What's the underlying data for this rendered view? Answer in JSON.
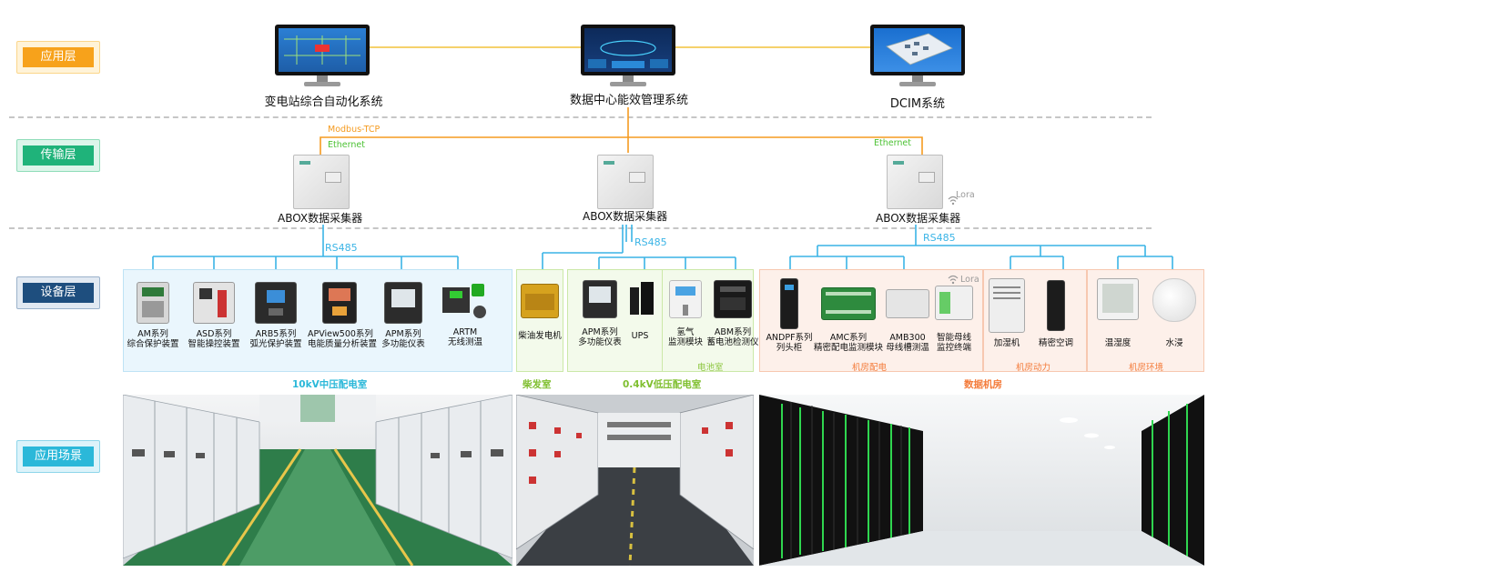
{
  "layers": {
    "application": "应用层",
    "transport": "传输层",
    "device": "设备层",
    "scenario": "应用场景"
  },
  "systems": {
    "substation": "变电站综合自动化系统",
    "datacenter": "数据中心能效管理系统",
    "dcim": "DCIM系统"
  },
  "protocols": {
    "modbus": "Modbus-TCP",
    "ethernet_left": "Ethernet",
    "ethernet_right": "Ethernet",
    "lora_collector": "Lora",
    "lora_device": "Lora",
    "rs485_left": "RS485",
    "rs485_mid": "RS485",
    "rs485_right": "RS485"
  },
  "collectors": {
    "left": "ABOX数据采集器",
    "mid": "ABOX数据采集器",
    "right": "ABOX数据采集器"
  },
  "devices_10kv": [
    {
      "line1": "AM系列",
      "line2": "综合保护装置"
    },
    {
      "line1": "ASD系列",
      "line2": "智能操控装置"
    },
    {
      "line1": "ARB5系列",
      "line2": "弧光保护装置"
    },
    {
      "line1": "APView500系列",
      "line2": "电能质量分析装置"
    },
    {
      "line1": "APM系列",
      "line2": "多功能仪表"
    },
    {
      "line1": "ARTM",
      "line2": "无线测温"
    }
  ],
  "devices_generator": [
    {
      "line1": "柴油发电机",
      "line2": ""
    }
  ],
  "devices_04kv": [
    {
      "line1": "APM系列",
      "line2": "多功能仪表"
    },
    {
      "line1": "UPS",
      "line2": ""
    },
    {
      "line1": "氢气",
      "line2": "监测模块"
    },
    {
      "line1": "ABM系列",
      "line2": "蓄电池检测仪"
    }
  ],
  "devices_distribution": [
    {
      "line1": "ANDPF系列",
      "line2": "列头柜"
    },
    {
      "line1": "AMC系列",
      "line2": "精密配电监测模块"
    },
    {
      "line1": "AMB300",
      "line2": "母线槽测温"
    },
    {
      "line1": "智能母线",
      "line2": "监控终端"
    }
  ],
  "devices_power": [
    {
      "line1": "加湿机",
      "line2": ""
    },
    {
      "line1": "精密空调",
      "line2": ""
    }
  ],
  "devices_env": [
    {
      "line1": "温湿度",
      "line2": ""
    },
    {
      "line1": "水浸",
      "line2": ""
    }
  ],
  "captions": {
    "battery_room": "电池室",
    "room_distribution": "机房配电",
    "room_power": "机房动力",
    "room_env": "机房环境"
  },
  "zones": {
    "mv_room": "10kV中压配电室",
    "generator_room": "柴发室",
    "lv_room": "0.4kV低压配电室",
    "data_room": "数据机房"
  },
  "colors": {
    "app_tag": "#f7a21b",
    "transport_tag": "#1fb37a",
    "device_tag": "#1e4e7e",
    "scenario_tag": "#2bb8d9",
    "top_lines": "#f2c23a",
    "modbus": "#f59b20",
    "ethernet": "#4cc234",
    "rs485": "#3ab4e6",
    "panel_blue": "#eaf6fd",
    "panel_green": "#f3faeb",
    "panel_orange": "#fdf0ea"
  }
}
